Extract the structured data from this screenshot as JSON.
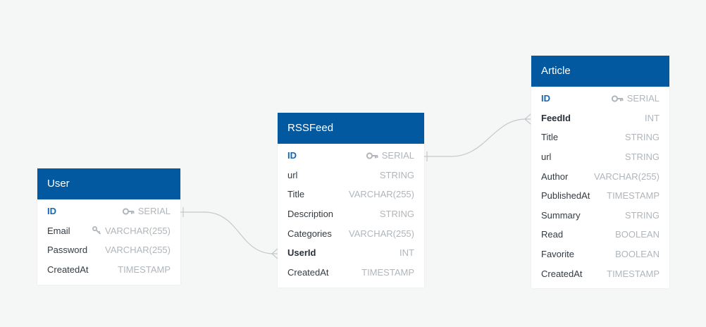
{
  "tables": [
    {
      "id": "user",
      "name": "User",
      "columns": [
        {
          "name": "ID",
          "type": "SERIAL",
          "role": "pk",
          "icon": "key-icon"
        },
        {
          "name": "Email",
          "type": "VARCHAR(255)",
          "role": "",
          "icon": "index-key-icon"
        },
        {
          "name": "Password",
          "type": "VARCHAR(255)",
          "role": "",
          "icon": ""
        },
        {
          "name": "CreatedAt",
          "type": "TIMESTAMP",
          "role": "",
          "icon": ""
        }
      ]
    },
    {
      "id": "rssfeed",
      "name": "RSSFeed",
      "columns": [
        {
          "name": "ID",
          "type": "SERIAL",
          "role": "pk",
          "icon": "key-icon"
        },
        {
          "name": "url",
          "type": "STRING",
          "role": "",
          "icon": ""
        },
        {
          "name": "Title",
          "type": "VARCHAR(255)",
          "role": "",
          "icon": ""
        },
        {
          "name": "Description",
          "type": "STRING",
          "role": "",
          "icon": ""
        },
        {
          "name": "Categories",
          "type": "VARCHAR(255)",
          "role": "",
          "icon": ""
        },
        {
          "name": "UserId",
          "type": "INT",
          "role": "fk",
          "icon": ""
        },
        {
          "name": "CreatedAt",
          "type": "TIMESTAMP",
          "role": "",
          "icon": ""
        }
      ]
    },
    {
      "id": "article",
      "name": "Article",
      "columns": [
        {
          "name": "ID",
          "type": "SERIAL",
          "role": "pk",
          "icon": "key-icon"
        },
        {
          "name": "FeedId",
          "type": "INT",
          "role": "fk",
          "icon": ""
        },
        {
          "name": "Title",
          "type": "STRING",
          "role": "",
          "icon": ""
        },
        {
          "name": "url",
          "type": "STRING",
          "role": "",
          "icon": ""
        },
        {
          "name": "Author",
          "type": "VARCHAR(255)",
          "role": "",
          "icon": ""
        },
        {
          "name": "PublishedAt",
          "type": "TIMESTAMP",
          "role": "",
          "icon": ""
        },
        {
          "name": "Summary",
          "type": "STRING",
          "role": "",
          "icon": ""
        },
        {
          "name": "Read",
          "type": "BOOLEAN",
          "role": "",
          "icon": ""
        },
        {
          "name": "Favorite",
          "type": "BOOLEAN",
          "role": "",
          "icon": ""
        },
        {
          "name": "CreatedAt",
          "type": "TIMESTAMP",
          "role": "",
          "icon": ""
        }
      ]
    }
  ],
  "relationships": [
    {
      "from": "user.ID",
      "to": "rssfeed.UserId",
      "cardinality": "one-to-many"
    },
    {
      "from": "rssfeed.ID",
      "to": "article.FeedId",
      "cardinality": "one-to-many"
    }
  ],
  "colors": {
    "background": "#f5f7f7",
    "header": "#0359a0",
    "primary_key_text": "#1466b3",
    "type_text": "#b0b6bb",
    "connector": "#c4c8cc"
  }
}
